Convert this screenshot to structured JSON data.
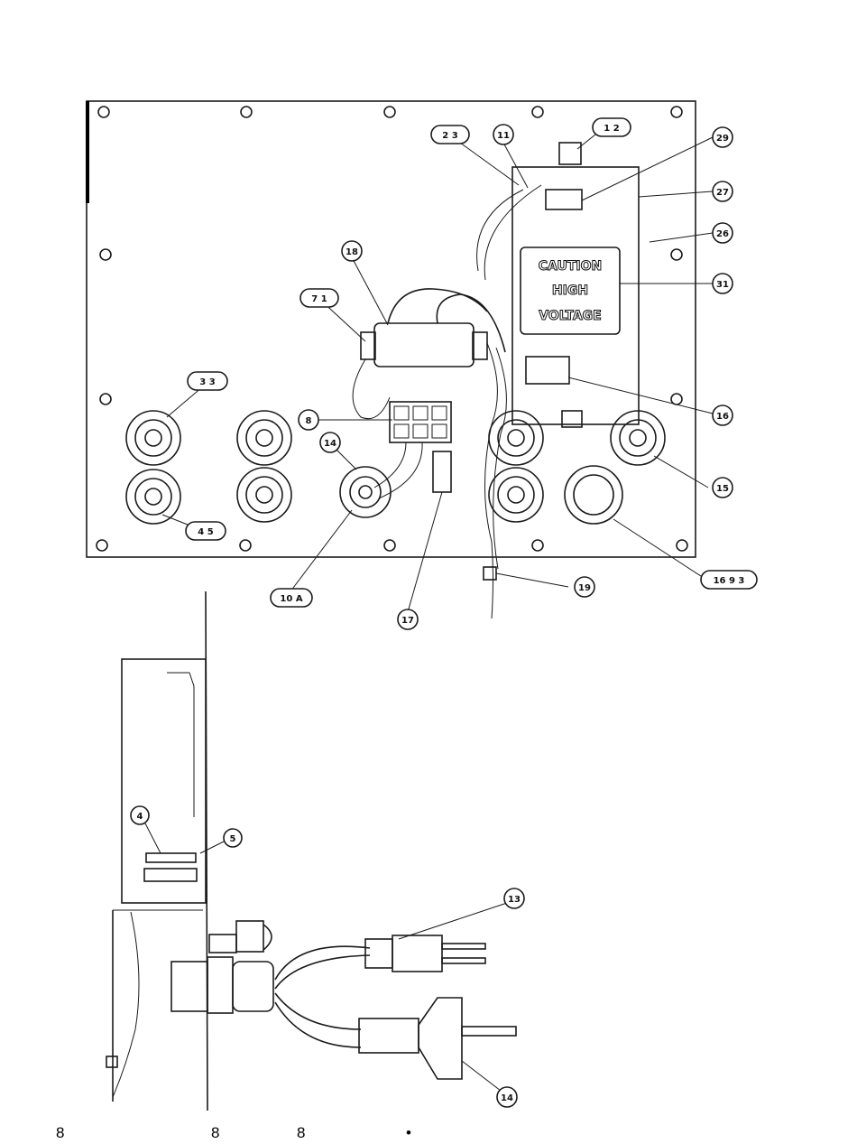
{
  "caution_label": {
    "line1": "CAUTION",
    "line2": "HIGH",
    "line3": "VOLTAGE",
    "bolt": "⚡"
  },
  "callouts": {
    "c_2_3": "2 3",
    "c_11": "11",
    "c_1_2": "1 2",
    "c_29": "29",
    "c_27": "27",
    "c_26": "26",
    "c_31": "31",
    "c_16": "16",
    "c_7_1": "7 1",
    "c_3_3": "3 3",
    "c_18": "18",
    "c_8": "8",
    "c_10_a": "10 A",
    "c_17": "17",
    "c_4_5": "4 5",
    "c_19": "19",
    "c_14": "14",
    "c_15": "15",
    "c_16_9_3": "16 9 3",
    "c_side_4": "4",
    "c_side_5": "5",
    "c_side_13": "13",
    "c_side_14": "14"
  },
  "footer": {
    "a": "8",
    "b": "8",
    "c": "8",
    "d": "•"
  }
}
